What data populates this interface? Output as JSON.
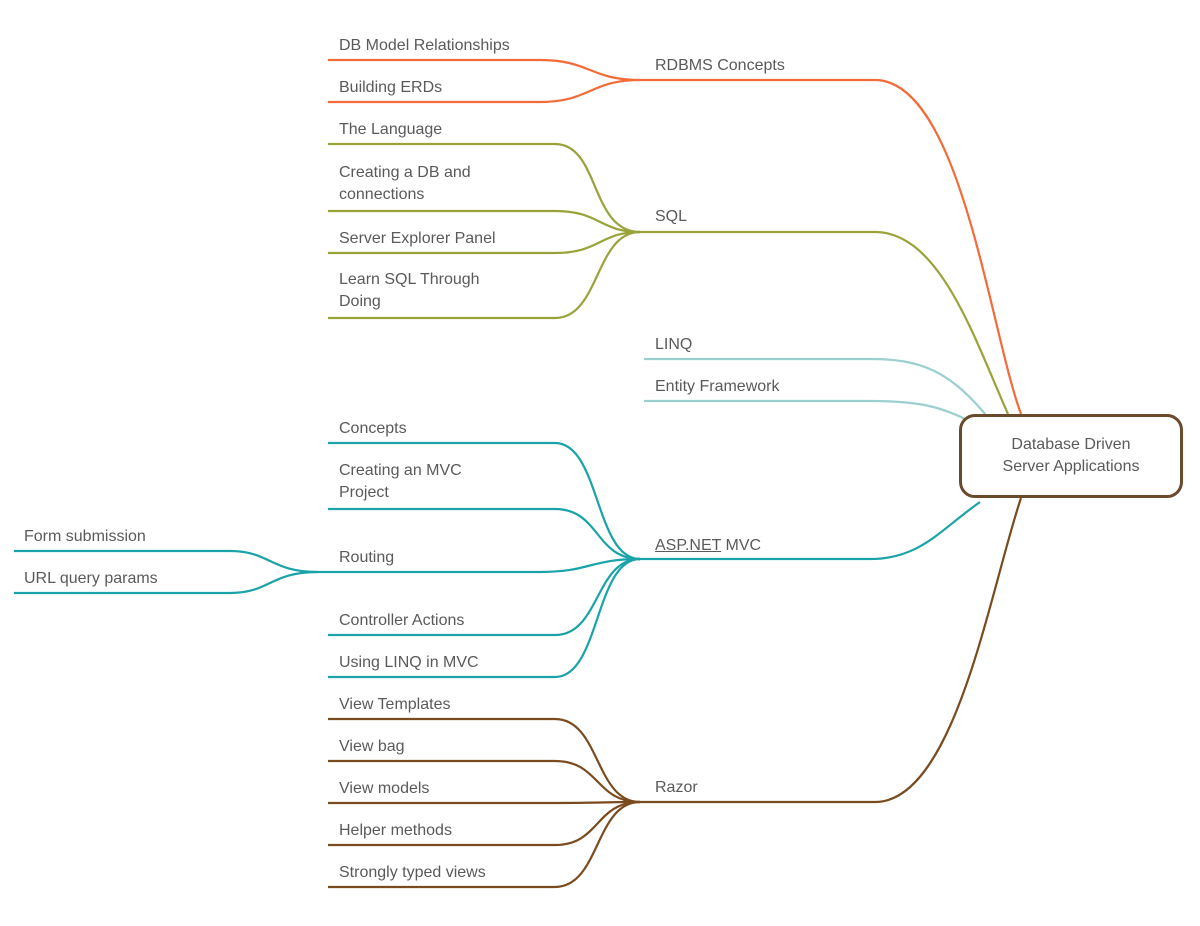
{
  "central": {
    "line1": "Database Driven",
    "line2": "Server Applications"
  },
  "colors": {
    "rdbms": "#f26b38",
    "sql": "#9aa23a",
    "data_access": "#9ccfd0",
    "mvc": "#1aa3a8",
    "razor": "#7a4b1e",
    "central_border": "#6b4a2b"
  },
  "branches": {
    "rdbms": {
      "label": "RDBMS Concepts",
      "children": [
        "DB Model Relationships",
        "Building ERDs"
      ]
    },
    "sql": {
      "label": "SQL",
      "children": [
        "The Language",
        "Creating a DB and connections",
        "Server Explorer Panel",
        "Learn SQL Through Doing"
      ]
    },
    "linq": {
      "label": "LINQ"
    },
    "ef": {
      "label": "Entity Framework"
    },
    "mvc": {
      "label_link": "ASP.NET",
      "label_rest": " MVC",
      "children": [
        "Concepts",
        "Creating an MVC Project",
        "Routing",
        "Controller Actions",
        "Using LINQ in MVC"
      ],
      "routing_children": [
        "Form submission",
        "URL query params"
      ]
    },
    "razor": {
      "label": "Razor",
      "children": [
        "View Templates",
        "View bag",
        "View models",
        "Helper methods",
        "Strongly typed views"
      ]
    }
  }
}
